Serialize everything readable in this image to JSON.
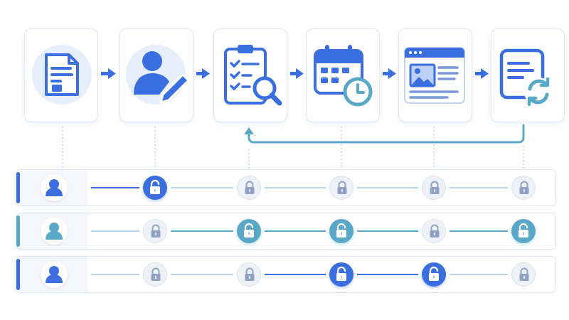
{
  "colors": {
    "primary": "#3b6fe0",
    "teal": "#5aa8c8",
    "light_line": "#bcd0ec",
    "icon_bg": "#e6edfb",
    "locked_icon": "#8fa2c4"
  },
  "steps": [
    {
      "icon": "document-icon"
    },
    {
      "icon": "user-edit-icon"
    },
    {
      "icon": "clipboard-search-icon"
    },
    {
      "icon": "calendar-clock-icon"
    },
    {
      "icon": "web-page-image-icon"
    },
    {
      "icon": "document-refresh-icon"
    }
  ],
  "feedback_loop": {
    "from_step": 6,
    "to_step": 3
  },
  "lanes": [
    {
      "accent": "primary",
      "avatar": "user-icon",
      "nodes": [
        "none",
        "open",
        "locked",
        "locked",
        "locked",
        "locked"
      ]
    },
    {
      "accent": "teal",
      "avatar": "user-icon",
      "nodes": [
        "none",
        "locked",
        "open",
        "open",
        "locked",
        "open"
      ]
    },
    {
      "accent": "primary",
      "avatar": "user-icon",
      "nodes": [
        "none",
        "locked",
        "locked",
        "open",
        "open",
        "locked"
      ]
    }
  ]
}
